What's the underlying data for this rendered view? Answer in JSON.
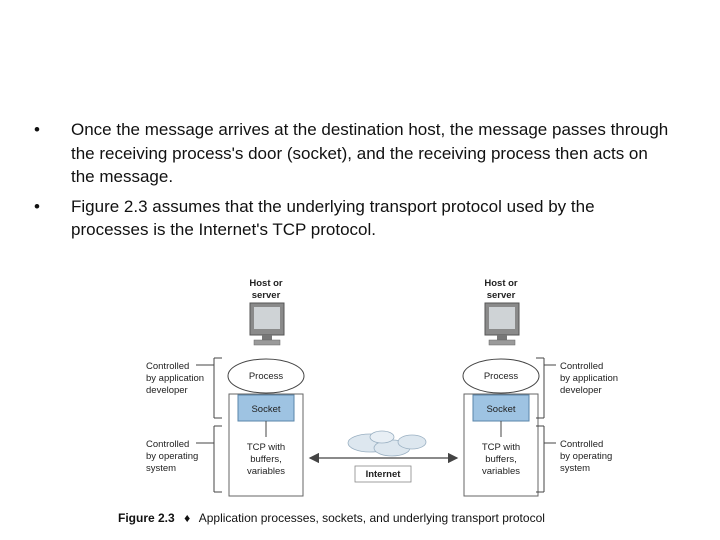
{
  "bullets": [
    {
      "marker": "•",
      "text": "Once the message arrives at the destination host, the message passes through the receiving process's door (socket), and the receiving process then acts on the message."
    },
    {
      "marker": "•",
      "text": "Figure 2.3 assumes that the underlying transport protocol used by the processes is the Internet's TCP protocol."
    }
  ],
  "diagram": {
    "left_host": {
      "title_line1": "Host or",
      "title_line2": "server",
      "process": "Process",
      "socket": "Socket",
      "tcp_line1": "TCP with",
      "tcp_line2": "buffers,",
      "tcp_line3": "variables",
      "app_note_line1": "Controlled",
      "app_note_line2": "by application",
      "app_note_line3": "developer",
      "os_note_line1": "Controlled",
      "os_note_line2": "by operating",
      "os_note_line3": "system"
    },
    "right_host": {
      "title_line1": "Host or",
      "title_line2": "server",
      "process": "Process",
      "socket": "Socket",
      "tcp_line1": "TCP with",
      "tcp_line2": "buffers,",
      "tcp_line3": "variables",
      "app_note_line1": "Controlled",
      "app_note_line2": "by application",
      "app_note_line3": "developer",
      "os_note_line1": "Controlled",
      "os_note_line2": "by operating",
      "os_note_line3": "system"
    },
    "internet_label": "Internet",
    "caption_label": "Figure 2.3",
    "caption_separator": "♦",
    "caption_text": "Application processes, sockets, and underlying transport protocol"
  }
}
